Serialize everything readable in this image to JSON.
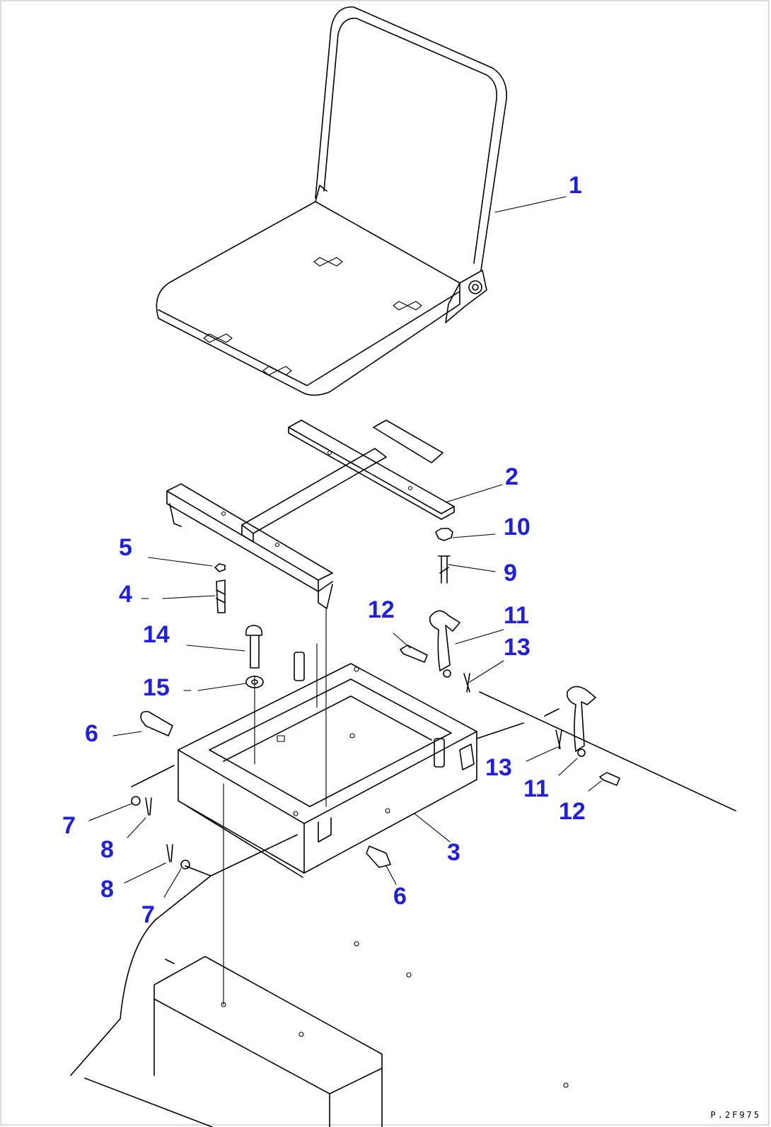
{
  "drawing_code": "P.2F975",
  "callouts": [
    {
      "id": "c1",
      "label": "1"
    },
    {
      "id": "c2",
      "label": "2"
    },
    {
      "id": "c10",
      "label": "10"
    },
    {
      "id": "c9",
      "label": "9"
    },
    {
      "id": "c5",
      "label": "5"
    },
    {
      "id": "c4",
      "label": "4"
    },
    {
      "id": "c12a",
      "label": "12"
    },
    {
      "id": "c11a",
      "label": "11"
    },
    {
      "id": "c13a",
      "label": "13"
    },
    {
      "id": "c14",
      "label": "14"
    },
    {
      "id": "c15",
      "label": "15"
    },
    {
      "id": "c6a",
      "label": "6"
    },
    {
      "id": "c13b",
      "label": "13"
    },
    {
      "id": "c11b",
      "label": "11"
    },
    {
      "id": "c12b",
      "label": "12"
    },
    {
      "id": "c7a",
      "label": "7"
    },
    {
      "id": "c8a",
      "label": "8"
    },
    {
      "id": "c3",
      "label": "3"
    },
    {
      "id": "c8b",
      "label": "8"
    },
    {
      "id": "c7b",
      "label": "7"
    },
    {
      "id": "c6b",
      "label": "6"
    }
  ],
  "colors": {
    "callout": "#1f1fe0",
    "line": "#000000",
    "background": "#ffffff"
  }
}
